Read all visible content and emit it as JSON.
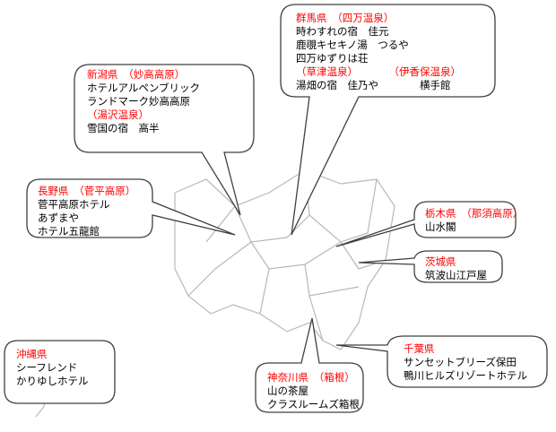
{
  "colors": {
    "heading": "#ff0000",
    "text": "#000000",
    "map": "#b0b0b0"
  },
  "callouts": {
    "gunma": {
      "pref": "群馬県",
      "area1": "（四万温泉）",
      "l1": "時わすれの宿　佳元",
      "l2": "鹿覗キセキノ湯　つるや",
      "l3": "四万ゆずりは荘",
      "area2": "（草津温泉）",
      "area3": "（伊香保温泉）",
      "l4": "湯畑の宿　佳乃や",
      "l5": "横手館"
    },
    "niigata": {
      "pref": "新潟県",
      "area1": "（妙高高原）",
      "l1": "ホテルアルペンブリック",
      "l2": "ランドマーク妙高高原",
      "area2": "（湯沢温泉）",
      "l3": "雪国の宿　高半"
    },
    "nagano": {
      "pref": "長野県",
      "area1": "（菅平高原）",
      "l1": "菅平高原ホテル",
      "l2": "あずまや",
      "l3": "ホテル五龍館"
    },
    "tochigi": {
      "pref": "栃木県",
      "area1": "（那須高原）",
      "l1": "山水閣"
    },
    "ibaraki": {
      "pref": "茨城県",
      "l1": "筑波山江戸屋"
    },
    "chiba": {
      "pref": "千葉県",
      "l1": "サンセットブリーズ保田",
      "l2": "鴨川ヒルズリゾートホテル"
    },
    "kanagawa": {
      "pref": "神奈川県",
      "area1": "（箱根）",
      "l1": "山の茶屋",
      "l2": "クラスルームズ箱根"
    },
    "okinawa": {
      "pref": "沖縄県",
      "l1": "シーフレンド",
      "l2": "かりゆしホテル"
    }
  }
}
